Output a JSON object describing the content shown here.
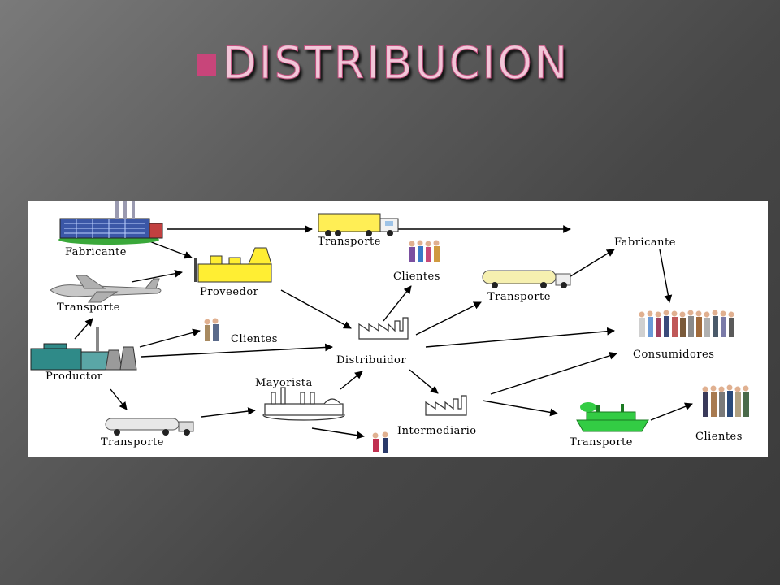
{
  "slide": {
    "title": "DISTRIBUCION"
  },
  "diagram": {
    "labels": {
      "fabricante_left": "Fabricante",
      "transporte_top": "Transporte",
      "proveedor": "Proveedor",
      "transporte_plane": "Transporte",
      "clientes_center_top": "Clientes",
      "transporte_tanker_right": "Transporte",
      "fabricante_right": "Fabricante",
      "clientes_left": "Clientes",
      "productor": "Productor",
      "distribuidor": "Distribuidor",
      "consumidores": "Consumidores",
      "mayorista": "Mayorista",
      "intermediario": "Intermediario",
      "transporte_bottom_left": "Transporte",
      "transporte_ship": "Transporte",
      "clientes_right": "Clientes"
    }
  }
}
